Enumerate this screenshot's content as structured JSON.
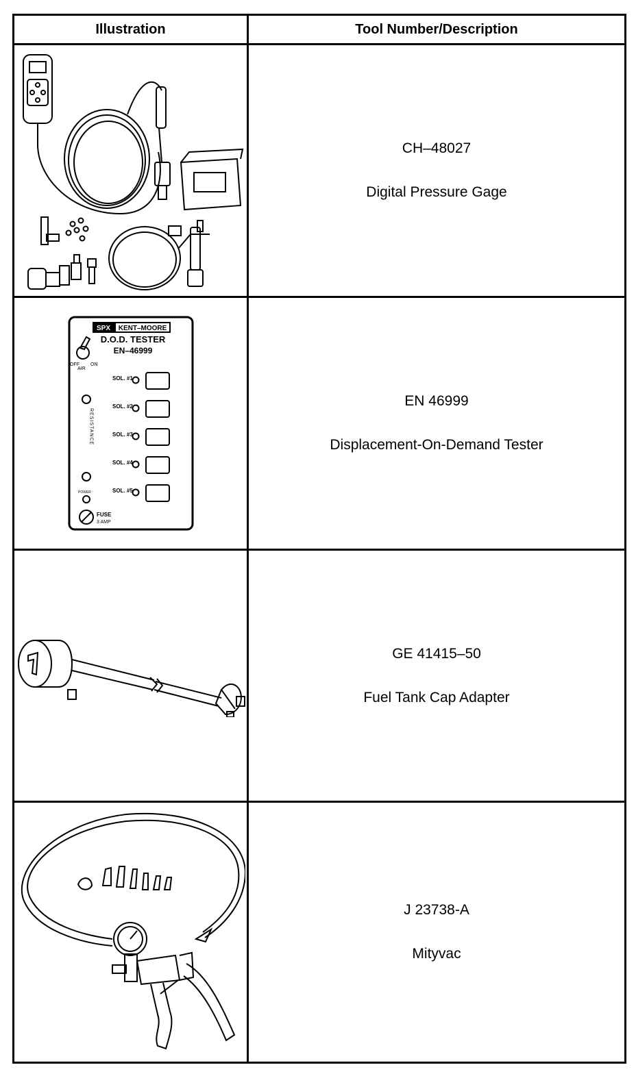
{
  "table": {
    "headers": {
      "illustration": "Illustration",
      "tool": "Tool Number/Description"
    },
    "rows": [
      {
        "number": "CH–48027",
        "description": "Digital Pressure Gage"
      },
      {
        "number": "EN 46999",
        "description": "Displacement-On-Demand Tester"
      },
      {
        "number": "GE 41415–50",
        "description": "Fuel Tank Cap Adapter"
      },
      {
        "number": "J 23738-A",
        "description": "Mityvac"
      }
    ]
  },
  "tester_panel": {
    "brand_left": "SPX",
    "brand_right": "KENT–MOORE",
    "title": "D.O.D. TESTER",
    "model": "EN–46999",
    "switch_off": "OFF",
    "switch_on": "ON",
    "switch_air": "AIR",
    "sol_labels": [
      "SOL. #1",
      "SOL. #2",
      "SOL. #3",
      "SOL. #4",
      "SOL. #5"
    ],
    "resistance": "RESISTANCE",
    "power": "POWER",
    "fuse": "FUSE",
    "fuse_rating": "3 AMP"
  }
}
